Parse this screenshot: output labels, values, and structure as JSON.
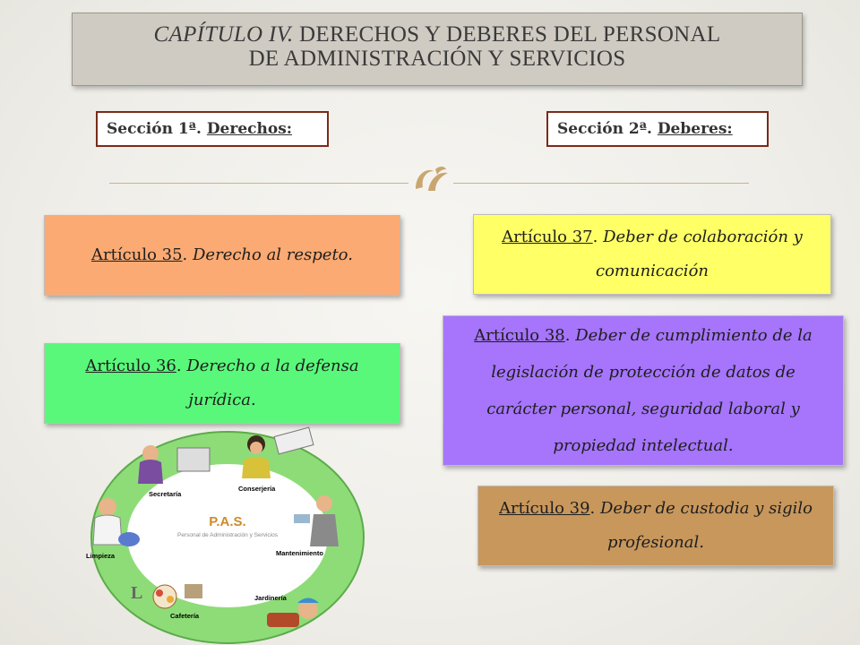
{
  "title": {
    "italic_part": "CAPÍTULO IV.",
    "line1_rest": " DERECHOS Y DEBERES DEL PERSONAL",
    "line2": "DE ADMINISTRACIÓN Y SERVICIOS"
  },
  "sections": {
    "left": {
      "prefix": "Sección 1ª. ",
      "label": "Derechos:"
    },
    "right": {
      "prefix": "Sección 2ª. ",
      "label": "Deberes:"
    }
  },
  "articles": {
    "a35": {
      "num": "Artículo 35",
      "sep": ". ",
      "title": "Derecho al respeto."
    },
    "a36": {
      "num": "Artículo 36",
      "sep": ". ",
      "title": "Derecho a la defensa jurídica."
    },
    "a37": {
      "num": "Artículo 37",
      "sep": ". ",
      "title": "Deber de colaboración y comunicación"
    },
    "a38": {
      "num": "Artículo 38",
      "sep": ". ",
      "title": "Deber de cumplimiento de la legislación de protección de datos de carácter personal, seguridad laboral y propiedad intelectual."
    },
    "a39": {
      "num": "Artículo 39",
      "sep": ". ",
      "title": "Deber de custodia y sigilo profesional."
    }
  },
  "illustration": {
    "center_title": "P.A.S.",
    "center_subtitle": "Personal de Administración y Servicios",
    "labels": {
      "secretaria": "Secretaría",
      "conserjeria": "Conserjería",
      "mantenimiento": "Mantenimiento",
      "jardineria": "Jardinería",
      "cafeteria": "Cafetería",
      "limpieza": "Limpieza"
    }
  },
  "colors": {
    "a35": "#fbaa73",
    "a36": "#59f87a",
    "a37": "#ffff66",
    "a38": "#a675fb",
    "a39": "#c8975c",
    "section_border": "#7a2a1a",
    "ring": "#7fd46a"
  }
}
